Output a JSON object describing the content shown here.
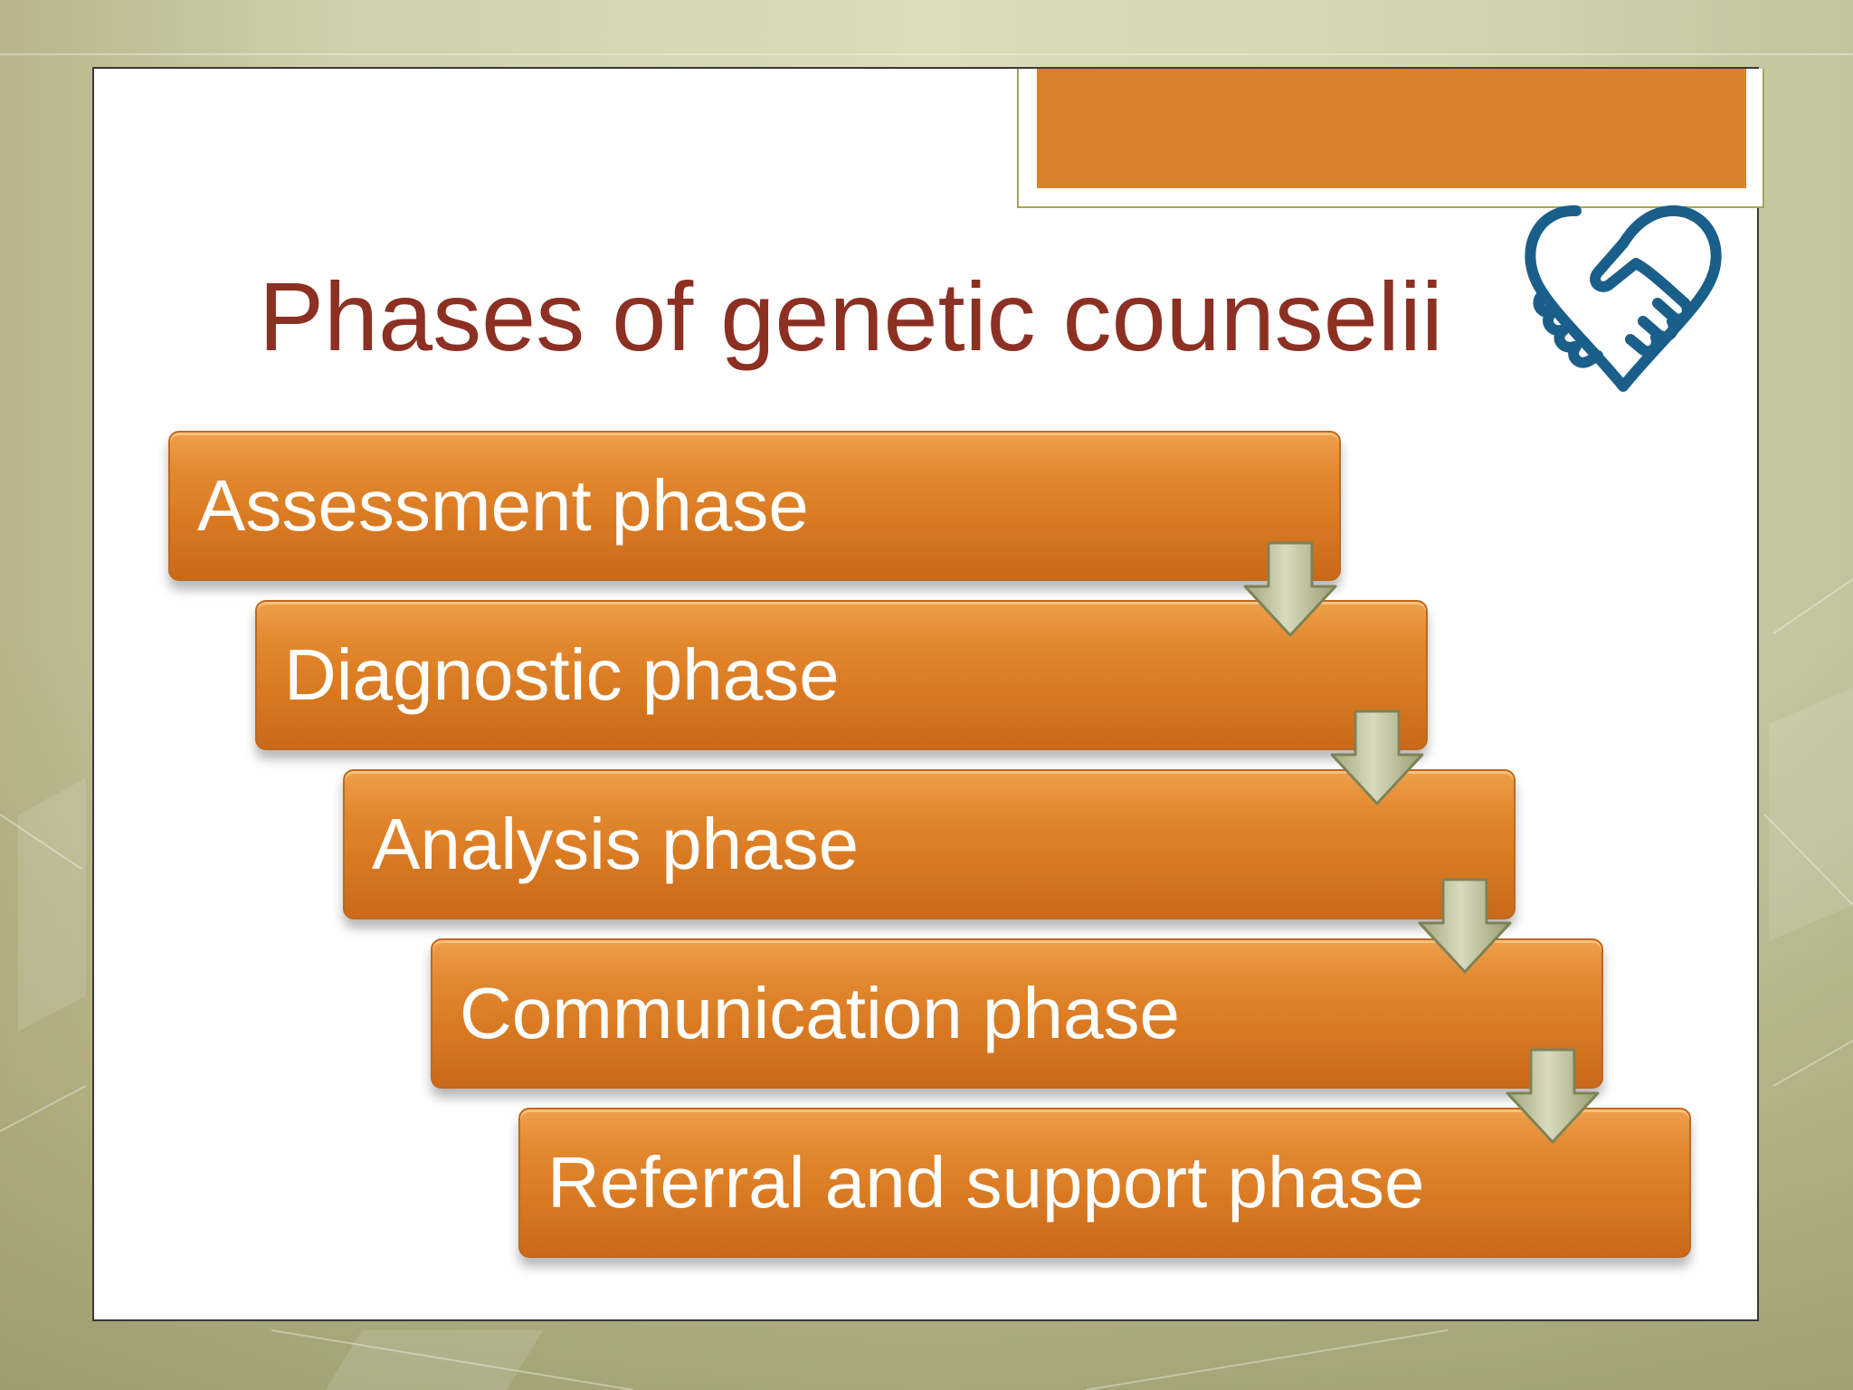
{
  "slide": {
    "title": "Phases of genetic counselii",
    "logo_icon": "heart-handshake-icon",
    "logo_color": "#1a5f8a",
    "accent_color": "#d9822e",
    "title_color": "#8b3022"
  },
  "phases": [
    {
      "label": "Assessment phase"
    },
    {
      "label": "Diagnostic phase"
    },
    {
      "label": "Analysis phase"
    },
    {
      "label": "Communication phase"
    },
    {
      "label": "Referral and support phase"
    }
  ],
  "arrow_icon": "down-arrow-icon"
}
